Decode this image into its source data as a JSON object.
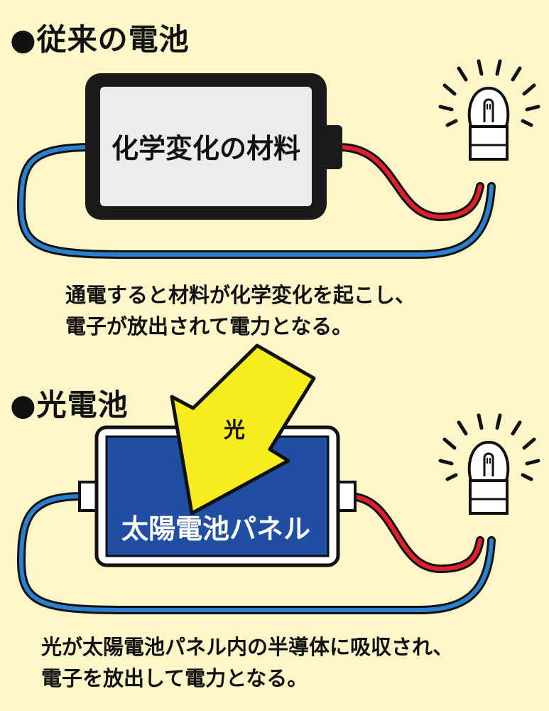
{
  "section1": {
    "heading": "●従来の電池",
    "battery_label": "化学変化の材料",
    "caption": [
      "通電すると材料が化学変化を起こし、",
      "電子が放出されて電力となる。"
    ]
  },
  "section2": {
    "heading": "●光電池",
    "panel_label": "太陽電池パネル",
    "light_label": "光",
    "caption": [
      "光が太陽電池パネル内の半導体に吸収され、",
      "電子を放出して電力となる。"
    ]
  },
  "colors": {
    "background": "#fdf6c9",
    "wire_positive": "#e0202a",
    "wire_negative": "#2a7fcf",
    "battery_body": "#1a1a1a",
    "battery_face": "#ececec",
    "panel": "#1f4ea3",
    "light_arrow": "#f7ec1e"
  }
}
